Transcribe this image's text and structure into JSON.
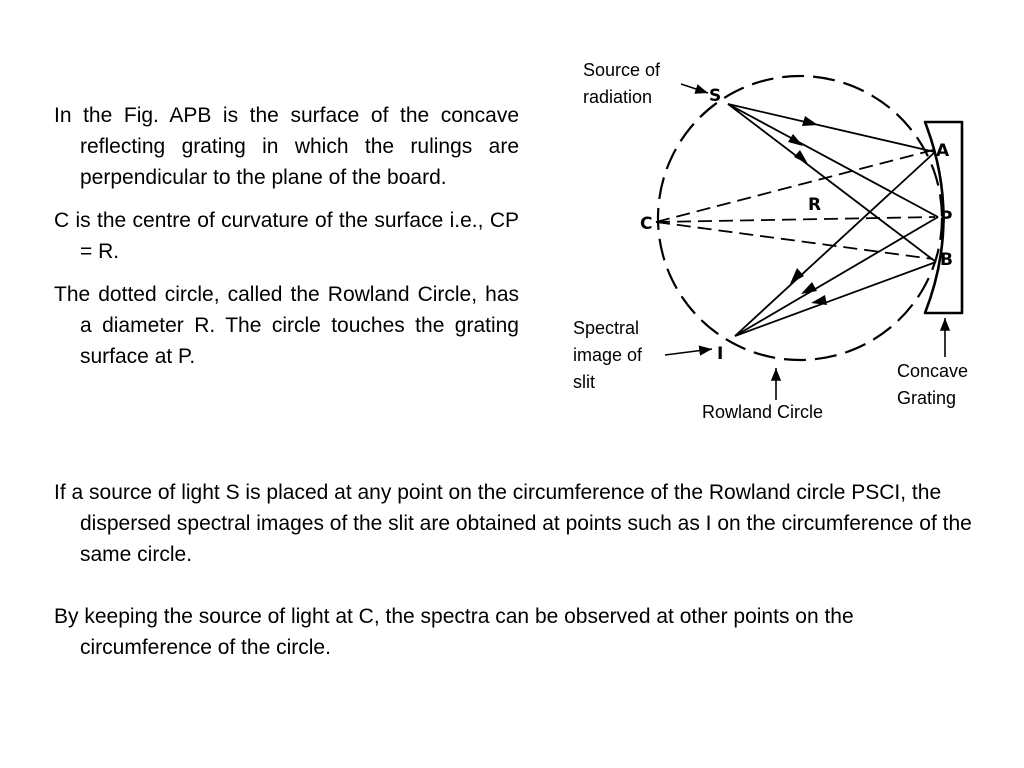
{
  "text": {
    "left_paragraphs": [
      "In the Fig. APB is the surface of the concave reflecting grating in which the rulings are perpendicular to the plane of the board.",
      "C is the centre of curvature of the surface i.e., CP = R.",
      "The dotted circle, called the Rowland Circle, has a diameter R. The circle touches the grating surface at P."
    ],
    "bottom_paragraphs": [
      "If a source of light S is placed at any point on the circumference of the Rowland circle PSCI, the dispersed spectral images of the slit are obtained at points such as I on the circumference of the same circle.",
      "By keeping the source of light at C, the spectra can be observed at other points on the circumference of the circle."
    ]
  },
  "diagram": {
    "points": {
      "s": "S",
      "a": "A",
      "p": "P",
      "b": "B",
      "c": "C",
      "r": "R",
      "i": "I"
    },
    "labels": {
      "source_line1": "Source of",
      "source_line2": "radiation",
      "spectral_line1": "Spectral",
      "spectral_line2": "image of",
      "spectral_line3": "slit",
      "rowland": "Rowland Circle",
      "grating_line1": "Concave",
      "grating_line2": "Grating"
    },
    "colors": {
      "ink": "#000000",
      "background": "#ffffff"
    }
  }
}
